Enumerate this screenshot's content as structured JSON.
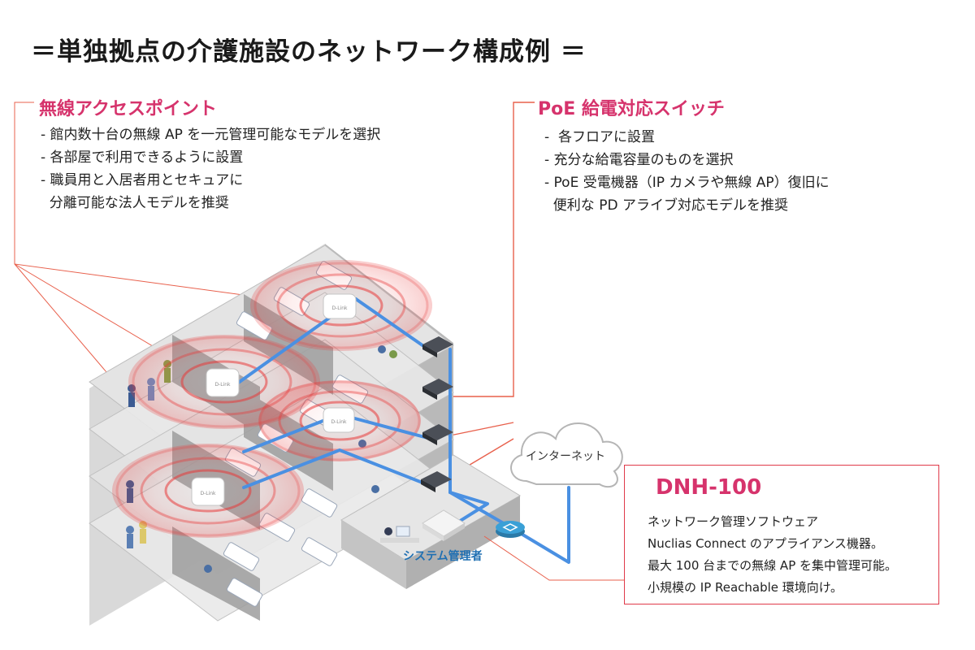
{
  "title": "＝単独拠点の介護施設のネットワーク構成例 ＝",
  "wireless_ap": {
    "heading": "無線アクセスポイント",
    "bullets": [
      "- 館内数十台の無線 AP を一元管理可能なモデルを選択",
      "- 各部屋で利用できるように設置",
      "- 職員用と入居者用とセキュアに",
      "  分離可能な法人モデルを推奨"
    ]
  },
  "poe_switch": {
    "heading": "PoE 給電対応スイッチ",
    "bullets": [
      "-  各フロアに設置",
      "- 充分な給電容量のものを選択",
      "- PoE 受電機器（IP カメラや無線 AP）復旧に",
      "  便利な PD アライブ対応モデルを推奨"
    ]
  },
  "internet_label": "インターネット",
  "admin_label": "システム管理者",
  "ap_brand": "D-Link",
  "dnh": {
    "title": "DNH-100",
    "lines": [
      "ネットワーク管理ソフトウェア",
      "Nuclias Connect のアプライアンス機器。",
      "最大 100 台までの無線 AP を集中管理可能。",
      "小規模の IP Reachable 環境向け。"
    ]
  },
  "colors": {
    "accent": "#d6336c",
    "callout_line": "#e8604c",
    "network_line": "#4a90e2",
    "building": "#c8c8c8",
    "wifi": "#e83a3a"
  }
}
